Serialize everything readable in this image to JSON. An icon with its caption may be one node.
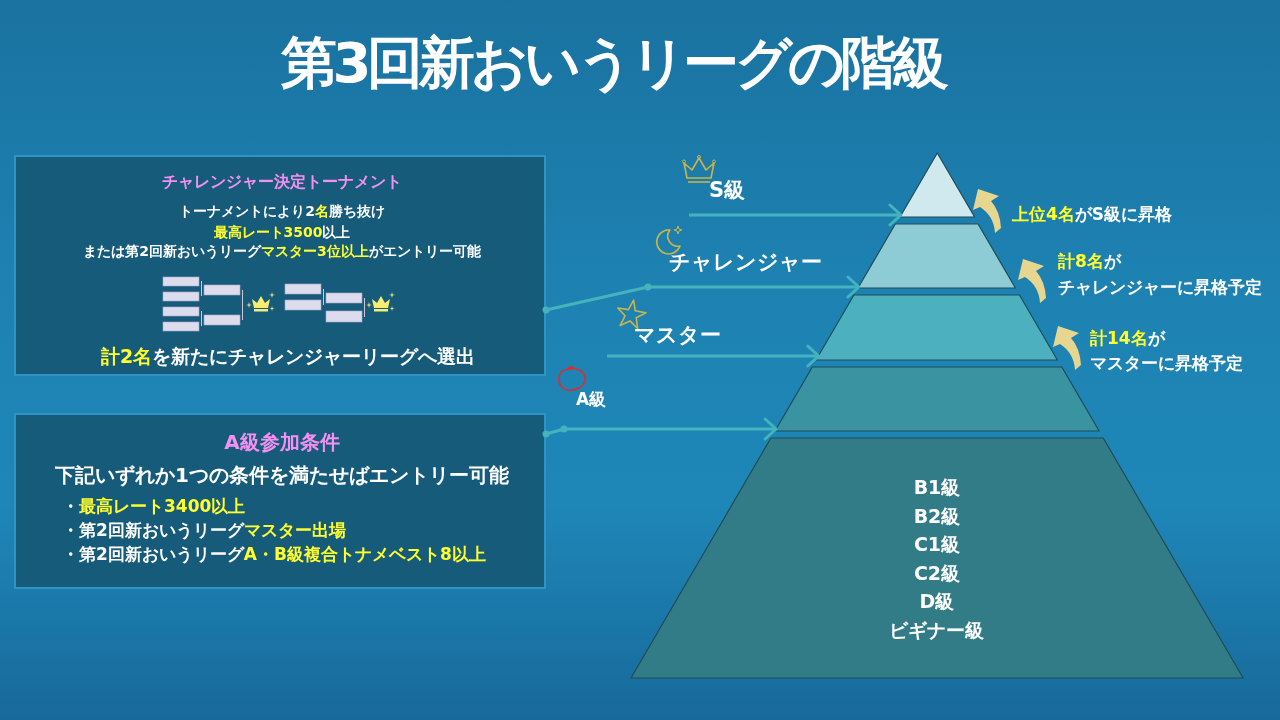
{
  "diagram": {
    "title": "第3回新おいうリーグの階級",
    "nodes": [
      {
        "text": [
          "チャレンジャー決定トーナメント",
          "トーナメントにより2**名**勝ち抜け",
          "**最高レート3500**以上",
          "または第2回新おいうリーグ**マスター3位以上**がエントリー可能",
          "**計2名**を新たにチャレンジャーリーグへ選出"
        ]
      },
      {
        "text": [
          "A級参加条件",
          "下記いずれか1つの条件を満たせばエントリー可能",
          "・**最高レート3400以上**",
          "・第2回新おいうリーグ**マスター出場**",
          "・第2回新おいうリーグ**A・B級複合トナメベスト8以上**"
        ]
      },
      {
        "text": [],
        "shape": "triangle"
      },
      {
        "text": [],
        "shape": "trapezoid"
      },
      {
        "text": [],
        "shape": "trapezoid"
      },
      {
        "text": [],
        "shape": "trapezoid"
      },
      {
        "text": [
          "B1級",
          "B2級",
          "C1級",
          "C2級",
          "D級",
          "ビギナー級"
        ]
      }
    ],
    "edges": [
      {
        "from": null,
        "to": 2,
        "arrow": "to",
        "label": "S級"
      },
      {
        "from": 0,
        "to": 3,
        "arrow": "to",
        "label": "チャレンジャー"
      },
      {
        "from": null,
        "to": 4,
        "arrow": "to",
        "label": "マスター"
      },
      {
        "from": 1,
        "to": 5,
        "arrow": "to",
        "label": "A級"
      }
    ],
    "labels": [
      "**上位4名**がS級に昇格",
      "**計8名**が",
      "チャレンジャーに昇格予定",
      "**計14名**が",
      "マスターに昇格予定"
    ]
  }
}
